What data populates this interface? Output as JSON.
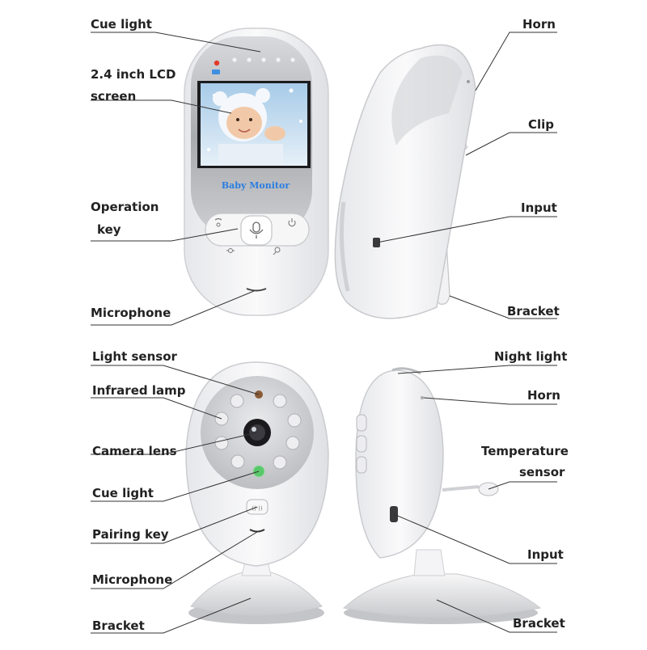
{
  "monitor_screen_text": "Baby Monitor",
  "parent_unit": {
    "front_labels": {
      "cue_light": "Cue light",
      "lcd_line1": "2.4 inch LCD",
      "lcd_line2": "screen",
      "operation_line1": "Operation",
      "operation_line2": "key",
      "microphone": "Microphone"
    },
    "side_labels": {
      "horn": "Horn",
      "clip": "Clip",
      "input": "Input",
      "bracket": "Bracket"
    }
  },
  "baby_unit": {
    "front_labels": {
      "light_sensor": "Light sensor",
      "infrared_lamp": "Infrared lamp",
      "camera_lens": "Camera lens",
      "cue_light": "Cue light",
      "pairing_key": "Pairing key",
      "microphone": "Microphone",
      "bracket": "Bracket"
    },
    "side_labels": {
      "night_light": "Night light",
      "horn": "Horn",
      "temperature_line1": "Temperature",
      "temperature_line2": "sensor",
      "input": "Input",
      "bracket": "Bracket"
    }
  },
  "colors": {
    "body_white": "#f4f4f6",
    "silver": "#b8b9bd",
    "screen_blue": "#bcd8ee",
    "text_blue": "#2a7de1",
    "status_red": "#e23a2a",
    "cue_green": "#59c86a",
    "sensor_brown": "#8a5a35"
  },
  "icons": [
    "microphone-icon",
    "talk-icon",
    "power-icon",
    "brightness-icon",
    "zoom-icon"
  ]
}
